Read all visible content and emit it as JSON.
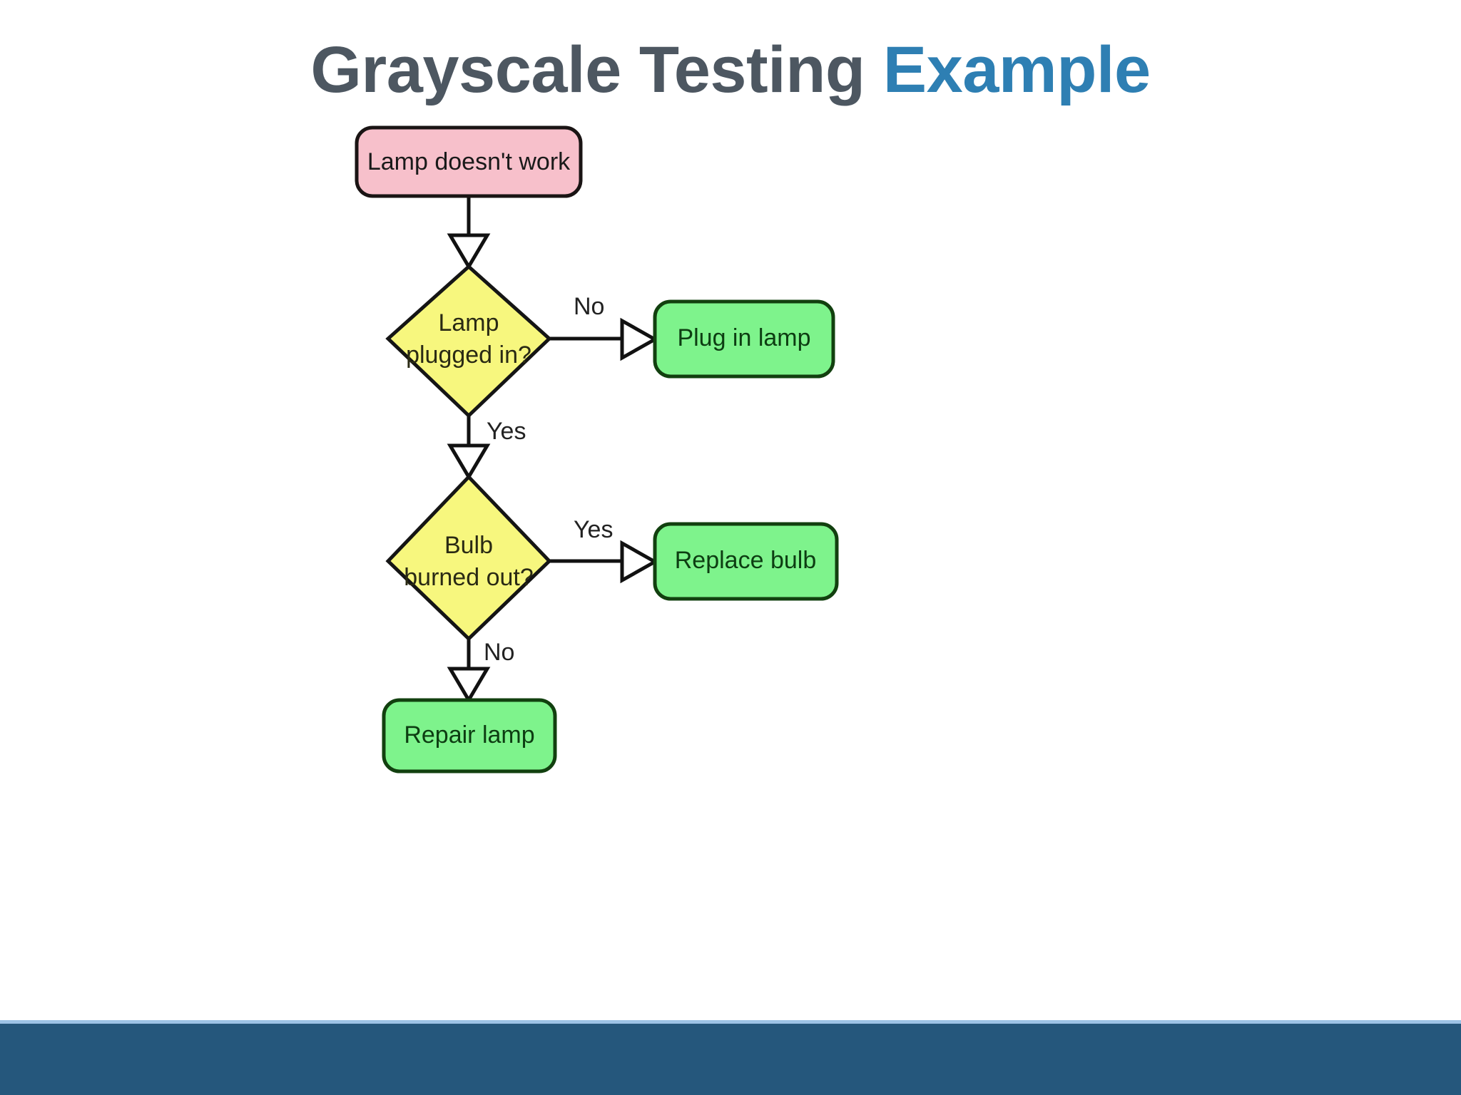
{
  "slide": {
    "title": {
      "main": "Grayscale Testing ",
      "accent": "Example"
    },
    "colors": {
      "title_main": "#4d5761",
      "title_accent": "#2e7fb3",
      "start_fill": "#f7c0cb",
      "decision_fill": "#f7f77e",
      "action_fill": "#7ef38c",
      "outline": "#111111",
      "bottom_bar": "#25577c",
      "bottom_rule": "#9dc3e6",
      "background": "#ffffff"
    },
    "bottom_bar_label": ""
  },
  "chart_data": {
    "type": "diagram",
    "title": "Grayscale Testing Example",
    "diagram_kind": "flowchart",
    "nodes": [
      {
        "id": "start",
        "label": "Lamp doesn't work",
        "shape": "rounded-rect",
        "fill": "#f7c0cb"
      },
      {
        "id": "plugged",
        "label": "Lamp\nplugged in?",
        "line1": "Lamp",
        "line2": "plugged in?",
        "shape": "diamond",
        "fill": "#f7f77e"
      },
      {
        "id": "plug_in_lamp",
        "label": "Plug in lamp",
        "shape": "rounded-rect",
        "fill": "#7ef38c"
      },
      {
        "id": "bulb",
        "label": "Bulb\nburned out?",
        "line1": "Bulb",
        "line2": "burned out?",
        "shape": "diamond",
        "fill": "#f7f77e"
      },
      {
        "id": "replace_bulb",
        "label": "Replace bulb",
        "shape": "rounded-rect",
        "fill": "#7ef38c"
      },
      {
        "id": "repair_lamp",
        "label": "Repair lamp",
        "shape": "rounded-rect",
        "fill": "#7ef38c"
      }
    ],
    "edges": [
      {
        "from": "start",
        "to": "plugged",
        "label": "",
        "direction": "down"
      },
      {
        "from": "plugged",
        "to": "plug_in_lamp",
        "label": "No",
        "direction": "right"
      },
      {
        "from": "plugged",
        "to": "bulb",
        "label": "Yes",
        "direction": "down"
      },
      {
        "from": "bulb",
        "to": "replace_bulb",
        "label": "Yes",
        "direction": "right"
      },
      {
        "from": "bulb",
        "to": "repair_lamp",
        "label": "No",
        "direction": "down"
      }
    ],
    "edge_labels": [
      "No",
      "Yes",
      "Yes",
      "No"
    ]
  }
}
